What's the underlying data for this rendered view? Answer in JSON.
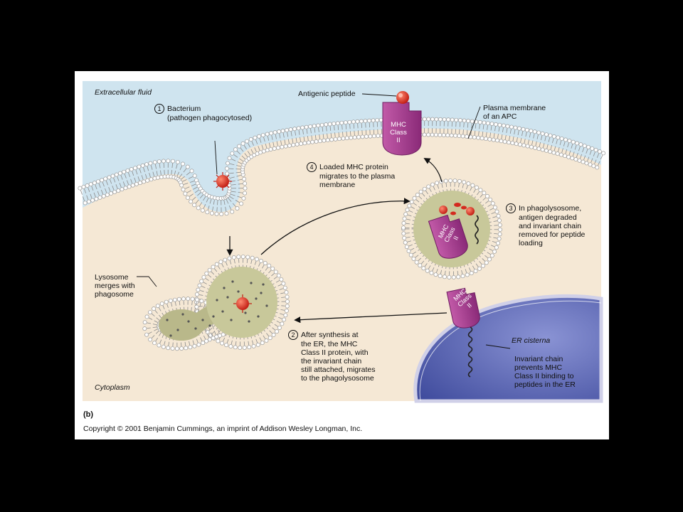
{
  "regions": {
    "extracellular": "Extracellular fluid",
    "cytoplasm": "Cytoplasm",
    "er_cisterna": "ER cisterna"
  },
  "labels": {
    "antigenic_peptide": "Antigenic peptide",
    "plasma_membrane": [
      "Plasma membrane",
      "of an APC"
    ],
    "lysosome": [
      "Lysosome",
      "merges with",
      "phagosome"
    ],
    "invariant_chain": [
      "Invariant chain",
      "prevents MHC",
      "Class II binding to",
      "peptides in the ER"
    ]
  },
  "steps": [
    {
      "number": "1",
      "lines": [
        "Bacterium",
        "(pathogen phagocytosed)"
      ]
    },
    {
      "number": "2",
      "lines": [
        "After synthesis at",
        "the ER, the MHC",
        "Class II protein, with",
        "the invariant chain",
        "still attached, migrates",
        "to the phagolysosome"
      ]
    },
    {
      "number": "3",
      "lines": [
        "In phagolysosome,",
        "antigen degraded",
        "and invariant chain",
        "removed for peptide",
        "loading"
      ]
    },
    {
      "number": "4",
      "lines": [
        "Loaded MHC protein",
        "migrates to the plasma",
        "membrane"
      ]
    }
  ],
  "mhc_label": [
    "MHC",
    "Class",
    "II"
  ],
  "panel_label": "(b)",
  "copyright": "Copyright © 2001 Benjamin Cummings, an imprint of Addison Wesley Longman, Inc.",
  "colors": {
    "page_background": "#000000",
    "extracellular": "#cfe4ef",
    "cytoplasm": "#f5e8d5",
    "er": "#5a64b0",
    "mhc": "#a03a8c",
    "vesicle_lumen": "#c8c89a",
    "bacterium": "#d42a1e"
  }
}
